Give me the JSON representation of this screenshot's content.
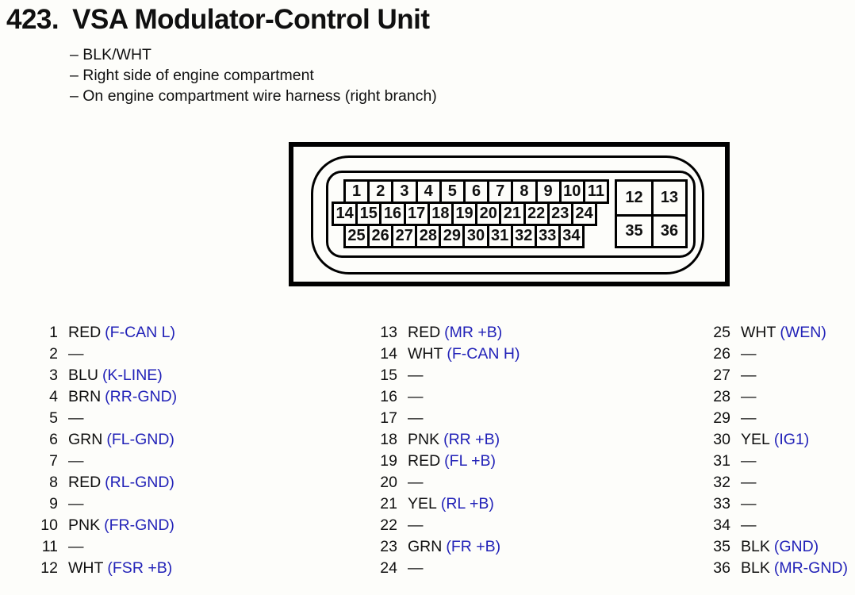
{
  "page": {
    "title_number": "423.",
    "title": "VSA Modulator-Control Unit",
    "notes": [
      "– BLK/WHT",
      "– Right side of engine compartment",
      "– On engine compartment wire harness (right branch)"
    ]
  },
  "connector": {
    "row1": [
      "1",
      "2",
      "3",
      "4",
      "5",
      "6",
      "7",
      "8",
      "9",
      "10",
      "11"
    ],
    "row2": [
      "14",
      "15",
      "16",
      "17",
      "18",
      "19",
      "20",
      "21",
      "22",
      "23",
      "24"
    ],
    "row3": [
      "25",
      "26",
      "27",
      "28",
      "29",
      "30",
      "31",
      "32",
      "33",
      "34"
    ],
    "corner_block": [
      "12",
      "13",
      "35",
      "36"
    ]
  },
  "pinout": {
    "col1": [
      {
        "n": "1",
        "wire": "RED",
        "signal": "(F-CAN L)"
      },
      {
        "n": "2",
        "wire": "—",
        "signal": ""
      },
      {
        "n": "3",
        "wire": "BLU",
        "signal": "(K-LINE)"
      },
      {
        "n": "4",
        "wire": "BRN",
        "signal": "(RR-GND)"
      },
      {
        "n": "5",
        "wire": "—",
        "signal": ""
      },
      {
        "n": "6",
        "wire": "GRN",
        "signal": "(FL-GND)"
      },
      {
        "n": "7",
        "wire": "—",
        "signal": ""
      },
      {
        "n": "8",
        "wire": "RED",
        "signal": "(RL-GND)"
      },
      {
        "n": "9",
        "wire": "—",
        "signal": ""
      },
      {
        "n": "10",
        "wire": "PNK",
        "signal": "(FR-GND)"
      },
      {
        "n": "11",
        "wire": "—",
        "signal": ""
      },
      {
        "n": "12",
        "wire": "WHT",
        "signal": "(FSR +B)"
      }
    ],
    "col2": [
      {
        "n": "13",
        "wire": "RED",
        "signal": "(MR +B)"
      },
      {
        "n": "14",
        "wire": "WHT",
        "signal": "(F-CAN H)"
      },
      {
        "n": "15",
        "wire": "—",
        "signal": ""
      },
      {
        "n": "16",
        "wire": "—",
        "signal": ""
      },
      {
        "n": "17",
        "wire": "—",
        "signal": ""
      },
      {
        "n": "18",
        "wire": "PNK",
        "signal": "(RR +B)"
      },
      {
        "n": "19",
        "wire": "RED",
        "signal": "(FL +B)"
      },
      {
        "n": "20",
        "wire": "—",
        "signal": ""
      },
      {
        "n": "21",
        "wire": "YEL",
        "signal": "(RL +B)"
      },
      {
        "n": "22",
        "wire": "—",
        "signal": ""
      },
      {
        "n": "23",
        "wire": "GRN",
        "signal": "(FR +B)"
      },
      {
        "n": "24",
        "wire": "—",
        "signal": ""
      }
    ],
    "col3": [
      {
        "n": "25",
        "wire": "WHT",
        "signal": "(WEN)"
      },
      {
        "n": "26",
        "wire": "—",
        "signal": ""
      },
      {
        "n": "27",
        "wire": "—",
        "signal": ""
      },
      {
        "n": "28",
        "wire": "—",
        "signal": ""
      },
      {
        "n": "29",
        "wire": "—",
        "signal": ""
      },
      {
        "n": "30",
        "wire": "YEL",
        "signal": "(IG1)"
      },
      {
        "n": "31",
        "wire": "—",
        "signal": ""
      },
      {
        "n": "32",
        "wire": "—",
        "signal": ""
      },
      {
        "n": "33",
        "wire": "—",
        "signal": ""
      },
      {
        "n": "34",
        "wire": "—",
        "signal": ""
      },
      {
        "n": "35",
        "wire": "BLK",
        "signal": "(GND)"
      },
      {
        "n": "36",
        "wire": "BLK",
        "signal": "(MR-GND)"
      }
    ]
  },
  "colors": {
    "ink": "#101010",
    "signal_blue": "#2222b8",
    "background": "#fdfdfa"
  }
}
